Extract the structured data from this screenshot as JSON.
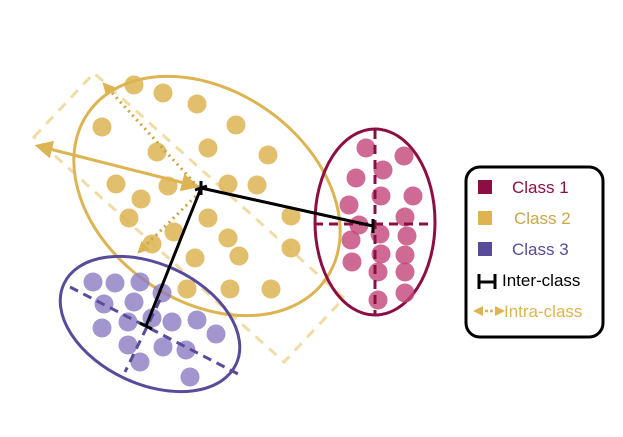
{
  "colors": {
    "class1": "#8c0f43",
    "class1_point": "#c3457a",
    "class2": "#dcb452",
    "class2_point": "#dcb452",
    "class3": "#5a4a9a",
    "class3_point": "#8c7cc3",
    "line": "#000000"
  },
  "legend": {
    "items": [
      {
        "key": "class1",
        "label": "Class 1",
        "symbol": "square",
        "color": "#8c0f43",
        "text_color": "#8c0f43"
      },
      {
        "key": "class2",
        "label": "Class 2",
        "symbol": "square",
        "color": "#dcb452",
        "text_color": "#c9a64a"
      },
      {
        "key": "class3",
        "label": "Class 3",
        "symbol": "square",
        "color": "#5a4a9a",
        "text_color": "#5a4a9a"
      },
      {
        "key": "inter",
        "label": "Inter-class",
        "symbol": "bracket",
        "color": "#000000",
        "text_color": "#000000"
      },
      {
        "key": "intra",
        "label": "Intra-class",
        "symbol": "double-arrow",
        "color": "#dcb452",
        "text_color": "#dcb452"
      }
    ]
  }
}
